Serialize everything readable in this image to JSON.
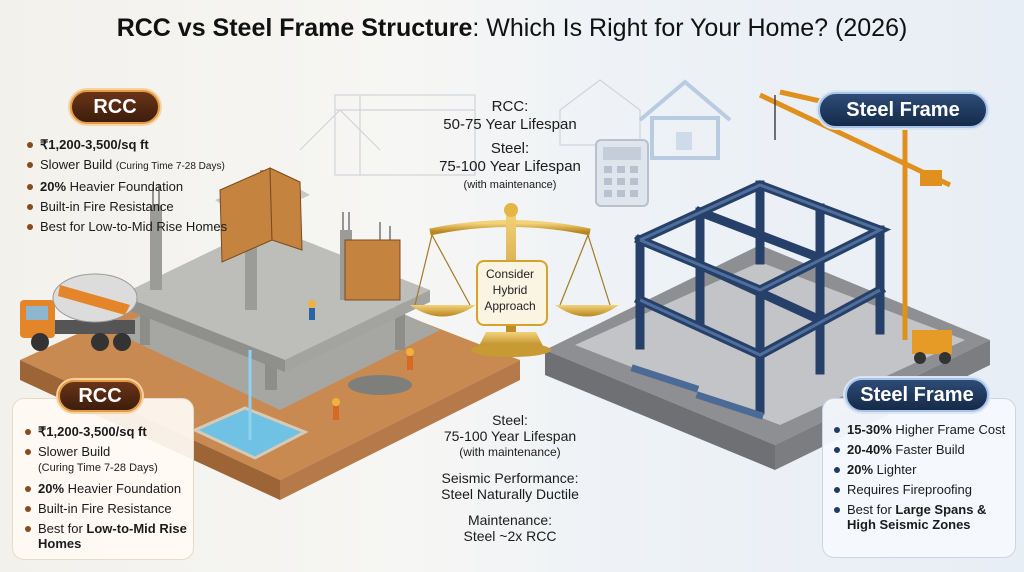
{
  "title": {
    "bold": "RCC vs Steel Frame Structure",
    "rest": ": Which Is Right for Your Home? (2026)"
  },
  "rcc_top": {
    "label": "RCC",
    "items": [
      {
        "b": "₹1,200-3,500/sq ft",
        "t": "",
        "s": ""
      },
      {
        "b": "",
        "t": "Slower Build ",
        "s": "(Curing Time 7-28 Days)"
      },
      {
        "b": "20%",
        "t": " Heavier Foundation",
        "s": ""
      },
      {
        "b": "",
        "t": "Built-in Fire Resistance",
        "s": ""
      },
      {
        "b": "",
        "t": "Best for Low-to-Mid Rise Homes",
        "s": ""
      }
    ]
  },
  "rcc_bottom": {
    "label": "RCC",
    "items": [
      {
        "b": "₹1,200-3,500/sq ft",
        "t": "",
        "s": ""
      },
      {
        "b": "",
        "t": "Slower Build",
        "s": "(Curing Time 7-28 Days)"
      },
      {
        "b": "20%",
        "t": " Heavier Foundation",
        "s": ""
      },
      {
        "b": "",
        "t": "Built-in Fire Resistance",
        "s": ""
      },
      {
        "b": "Low-to-Mid Rise Homes",
        "t": "Best for ",
        "s": ""
      }
    ]
  },
  "steel_top": {
    "label": "Steel Frame"
  },
  "steel_bottom": {
    "label": "Steel Frame",
    "items": [
      {
        "b": "15-30%",
        "t": " Higher Frame Cost"
      },
      {
        "b": "20-40%",
        "t": " Faster Build"
      },
      {
        "b": "20%",
        "t": " Lighter"
      },
      {
        "b": "",
        "t": "Requires Fireproofing"
      },
      {
        "b": "Large Spans & High Seismic Zones",
        "t": "Best for "
      }
    ]
  },
  "center_top": {
    "rcc_label": "RCC:",
    "rcc_value": "50-75 Year Lifespan",
    "steel_label": "Steel:",
    "steel_value": "75-100 Year Lifespan",
    "steel_note": "(with maintenance)"
  },
  "scale_sign": [
    "Consider",
    "Hybrid",
    "Approach"
  ],
  "center_bottom": {
    "steel_label": "Steel:",
    "steel_value": "75-100 Year Lifespan",
    "steel_note": "(with maintenance)",
    "seismic_label": "Seismic Performance:",
    "seismic_value": "Steel Naturally Ductile",
    "maint_label": "Maintenance:",
    "maint_value": "Steel ~2x RCC"
  },
  "colors": {
    "rcc_accent": "#e39a43",
    "rcc_dark": "#4a2410",
    "steel_dark": "#1c3558",
    "steel_accent": "#a9c4e6",
    "gold": "#d6a32a"
  }
}
